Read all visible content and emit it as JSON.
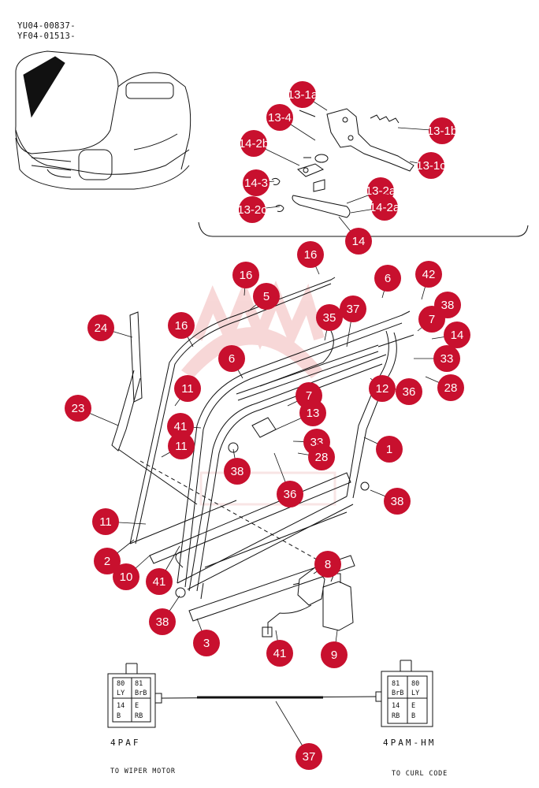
{
  "header": {
    "code_1": "YU04-00837-",
    "code_2": "YF04-01513-"
  },
  "connectors": {
    "left": {
      "title": "4PAF",
      "note": "TO WIPER MOTOR",
      "pins": [
        "80",
        "81",
        "LY",
        "BrB",
        "14",
        "E",
        "B",
        "RB"
      ]
    },
    "right": {
      "title": "4PAM-HM",
      "note": "TO CURL CODE",
      "pins": [
        "81",
        "80",
        "BrB",
        "LY",
        "14",
        "E",
        "RB",
        "B"
      ]
    }
  },
  "callouts": [
    "13-1a",
    "13-4",
    "13-1b",
    "14-2b",
    "13-1c",
    "14-3",
    "13-2a",
    "14-2a",
    "13-2c",
    "14",
    "16",
    "16",
    "6",
    "42",
    "5",
    "38",
    "24",
    "16",
    "35",
    "37",
    "7",
    "14",
    "33",
    "6",
    "11",
    "12",
    "36",
    "28",
    "23",
    "7",
    "13",
    "41",
    "33",
    "11",
    "28",
    "1",
    "38",
    "36",
    "38",
    "11",
    "2",
    "10",
    "41",
    "8",
    "38",
    "41",
    "9",
    "3",
    "37"
  ],
  "colors": {
    "callout_fill": "#c8102e",
    "line": "#111111",
    "watermark": "#f2b8b8"
  }
}
